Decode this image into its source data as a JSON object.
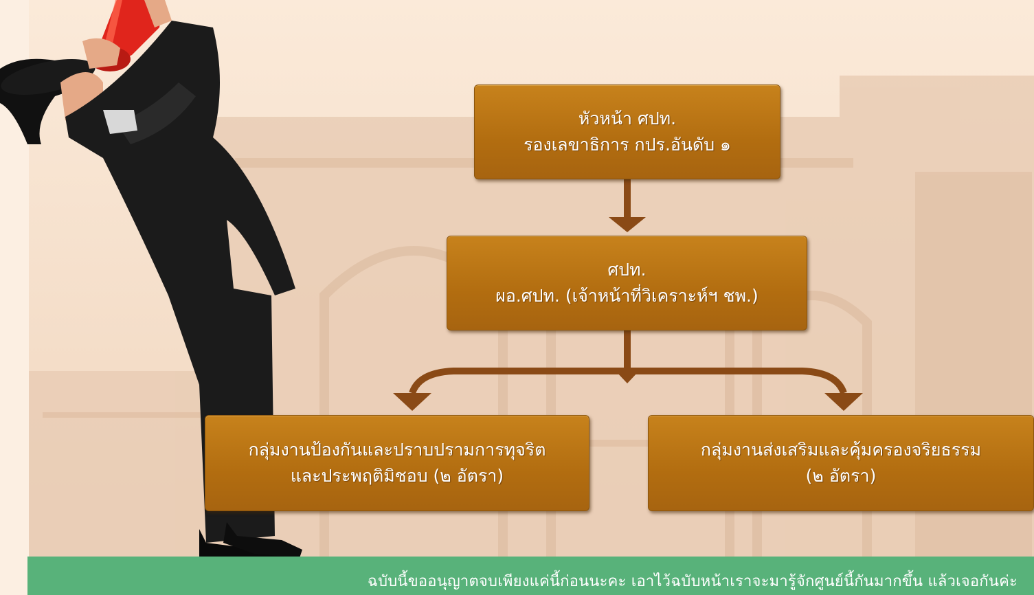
{
  "org_chart": {
    "head": {
      "line1": "หัวหน้า ศปท.",
      "line2": "รองเลขาธิการ กปร.อันดับ ๑"
    },
    "center": {
      "line1": "ศปท.",
      "line2": "ผอ.ศปท. (เจ้าหน้าที่วิเคราะห์ฯ ชพ.)"
    },
    "groups": [
      {
        "line1": "กลุ่มงานป้องกันและปราบปรามการทุจริต",
        "line2": "และประพฤติมิชอบ  (๒ อัตรา)"
      },
      {
        "line1": "กลุ่มงานส่งเสริมและคุ้มครองจริยธรรม",
        "line2": "(๒ อัตรา)"
      }
    ]
  },
  "footer": {
    "text": "ฉบับนี้ขออนุญาตจบเพียงแค่นี้ก่อนนะคะ เอาไว้ฉบับหน้าเราจะมารู้จักศูนย์นี้กันมากขึ้น แล้วเจอกันค่ะ"
  },
  "colors": {
    "box_fill": "#b8731a",
    "arrow": "#8a4a16",
    "footer_bg": "#58b27a"
  }
}
